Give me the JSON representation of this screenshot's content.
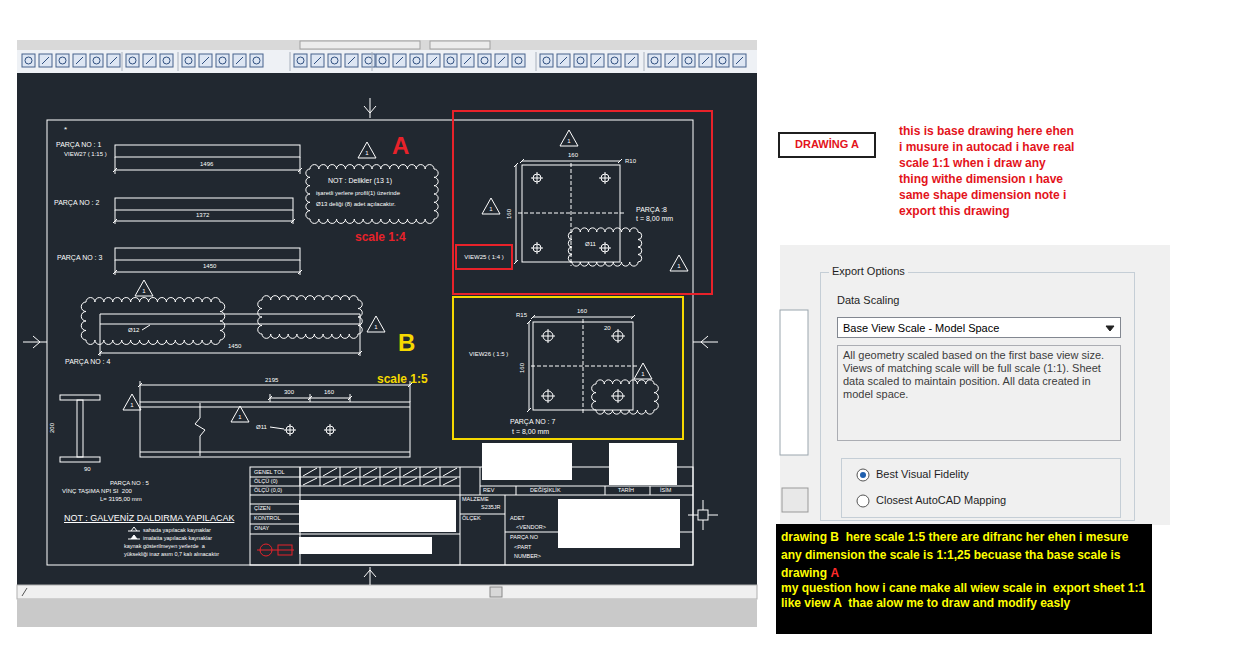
{
  "diagram": {
    "nodes": [
      {
        "text": [
          "NOT : Delikler (13 1)",
          "işaretli yerlere profil(1) üzerinde",
          "Ø13 deliği (8) adet açılacaktır."
        ]
      },
      {
        "text": [
          "160",
          "R10",
          "160",
          "PARÇA :8",
          "t = 8,00 mm",
          "Ø11",
          "1",
          "1",
          "1"
        ]
      },
      {
        "text": [
          "VIEW25 ( 1:4 )"
        ],
        "in": 1
      },
      {
        "text": [
          "R15",
          "160",
          "20",
          "160",
          "VIEW26 ( 1:5 )",
          "PARÇA NO : 7",
          "t = 8,00 mm",
          "1"
        ]
      },
      {
        "text": [
          "DRAWİNG A"
        ]
      },
      {
        "text": [
          "Export Options",
          "Data Scaling"
        ]
      },
      {
        "text": [
          "Base View Scale - Model Space"
        ],
        "in": 5
      },
      {
        "text": [
          "All geometry scaled based on the first base view size. Views of matching scale will be full scale (1:1). Sheet data scaled to maintain position. All data created in model space."
        ],
        "in": 5
      },
      {
        "text": [
          "Best Visual Fidelity",
          "Closest AutoCAD Mapping"
        ],
        "in": 5
      },
      {
        "text": [
          "drawing B  here scale 1:5 there are difranc her ehen i mesure any dimension the scale is 1:1,25 becuase tha base scale is drawing",
          "A",
          "my question how i cane make all wiew scale in  export sheet 1:1 like view A  thae alow me to draw and modify easly"
        ]
      }
    ],
    "labels": [
      "*",
      "PARÇA NO : 1",
      "VIEW27 ( 1:15 )",
      "1496",
      "1",
      "A",
      "PARÇA NO : 2",
      "1372",
      "scale 1:4",
      "PARÇA NO : 3",
      "1450",
      "1",
      "Ø12",
      "1",
      "1450",
      "B",
      "PARÇA NO : 4",
      "scale 1:5",
      "2195",
      "300",
      "160",
      "1",
      "1",
      "Ø11",
      "200",
      "90",
      "PARÇA NO : 5",
      "VİNÇ TAŞIMA NPI SI  200",
      "L= 3195,00 mm",
      "NOT : GALVENİZ DALDIRMA YAPILACAK",
      "sahada yapılacak kaynaklar",
      "imalatta yapılacak kaynaklar",
      "kaynak gösterilmeyen yerlerde  a",
      "yüksekliği inaz asım 0,7 kalı alınacaktır",
      "GENEL TOL",
      "ÖLÇÜ (0)",
      "ÖLÇÜ (0,0)",
      "REV",
      "DEĞİŞİKLİK",
      "TARİH",
      "İSİM",
      "MALZEME",
      "S235JR",
      "ÇİZEN",
      "ÖLÇEK",
      "ADET",
      "KONTROL",
      "<VENDOR>",
      "ONAY",
      "PARÇA NO",
      "<PART",
      "NUMBER>",
      "this is base drawing here ehen i musure in autocad i have real scale 1:1 when i draw any thing withe dimension ı have same shape dimension note i export this drawing"
    ]
  }
}
